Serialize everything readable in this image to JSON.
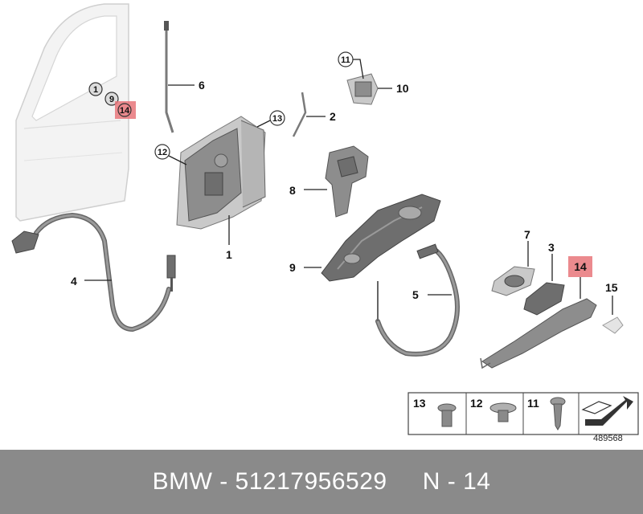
{
  "diagram": {
    "callouts": {
      "c1": "1",
      "c2": "2",
      "c3": "3",
      "c4": "4",
      "c5": "5",
      "c6": "6",
      "c7": "7",
      "c8": "8",
      "c9a": "9",
      "c9b": "9",
      "c10": "10",
      "c11a": "11",
      "c11b": "11",
      "c12a": "12",
      "c12b": "12",
      "c13a": "13",
      "c13b": "13",
      "c14a": "14",
      "c14b": "14",
      "c15": "15"
    },
    "highlight_color": "#e8767a",
    "reference_number": "489568"
  },
  "footer": {
    "text": "BMW - 51217956529     N - 14"
  }
}
